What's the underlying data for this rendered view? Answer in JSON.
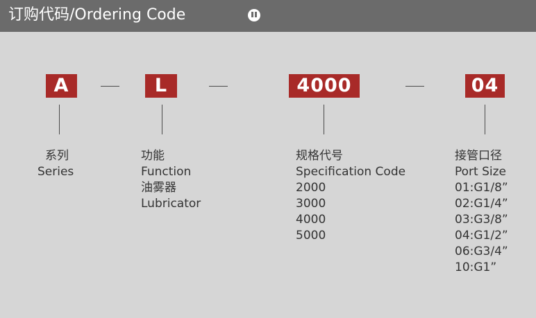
{
  "header": {
    "title": "订购代码/Ordering Code",
    "icon": "pause-icon"
  },
  "code": {
    "series": "A",
    "function": "L",
    "specification": "4000",
    "port": "04"
  },
  "series": {
    "label_cn": "系列",
    "label_en": "Series"
  },
  "function": {
    "label_cn": "功能",
    "label_en": "Function",
    "value_cn": "油雾器",
    "value_en": "Lubricator"
  },
  "specification": {
    "label_cn": "规格代号",
    "label_en": "Specification Code",
    "options": [
      "2000",
      "3000",
      "4000",
      "5000"
    ]
  },
  "port_size": {
    "label_cn": "接管口径",
    "label_en": "Port Size",
    "options": [
      "01:G1/8”",
      "02:G1/4”",
      "03:G3/8”",
      "04:G1/2”",
      "06:G3/4”",
      "10:G1”"
    ]
  },
  "colors": {
    "header_bg": "#6b6b6b",
    "box_red": "#a82a28",
    "page_bg": "#d6d6d6"
  }
}
